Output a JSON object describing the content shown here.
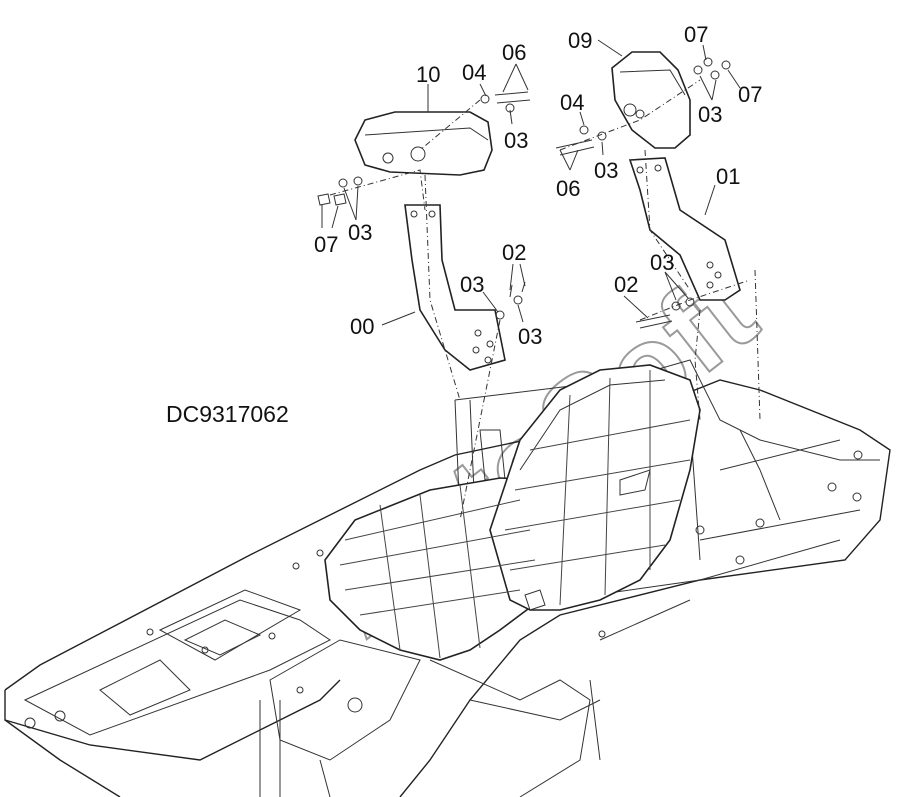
{
  "diagram_code": "DC9317062",
  "watermark": "AutoSoft",
  "callouts": {
    "c10": "10",
    "c04_left": "04",
    "c06_left": "06",
    "c03_left_top": "03",
    "c07_left": "07",
    "c03_left_low": "03",
    "c02_mid": "02",
    "c03_mid_a": "03",
    "c03_mid_b": "03",
    "c00": "00",
    "c09": "09",
    "c07_right_a": "07",
    "c07_right_b": "07",
    "c03_right_top": "03",
    "c04_right": "04",
    "c03_right_mid": "03",
    "c06_right": "06",
    "c01": "01",
    "c03_right_low": "03",
    "c02_right": "02"
  }
}
